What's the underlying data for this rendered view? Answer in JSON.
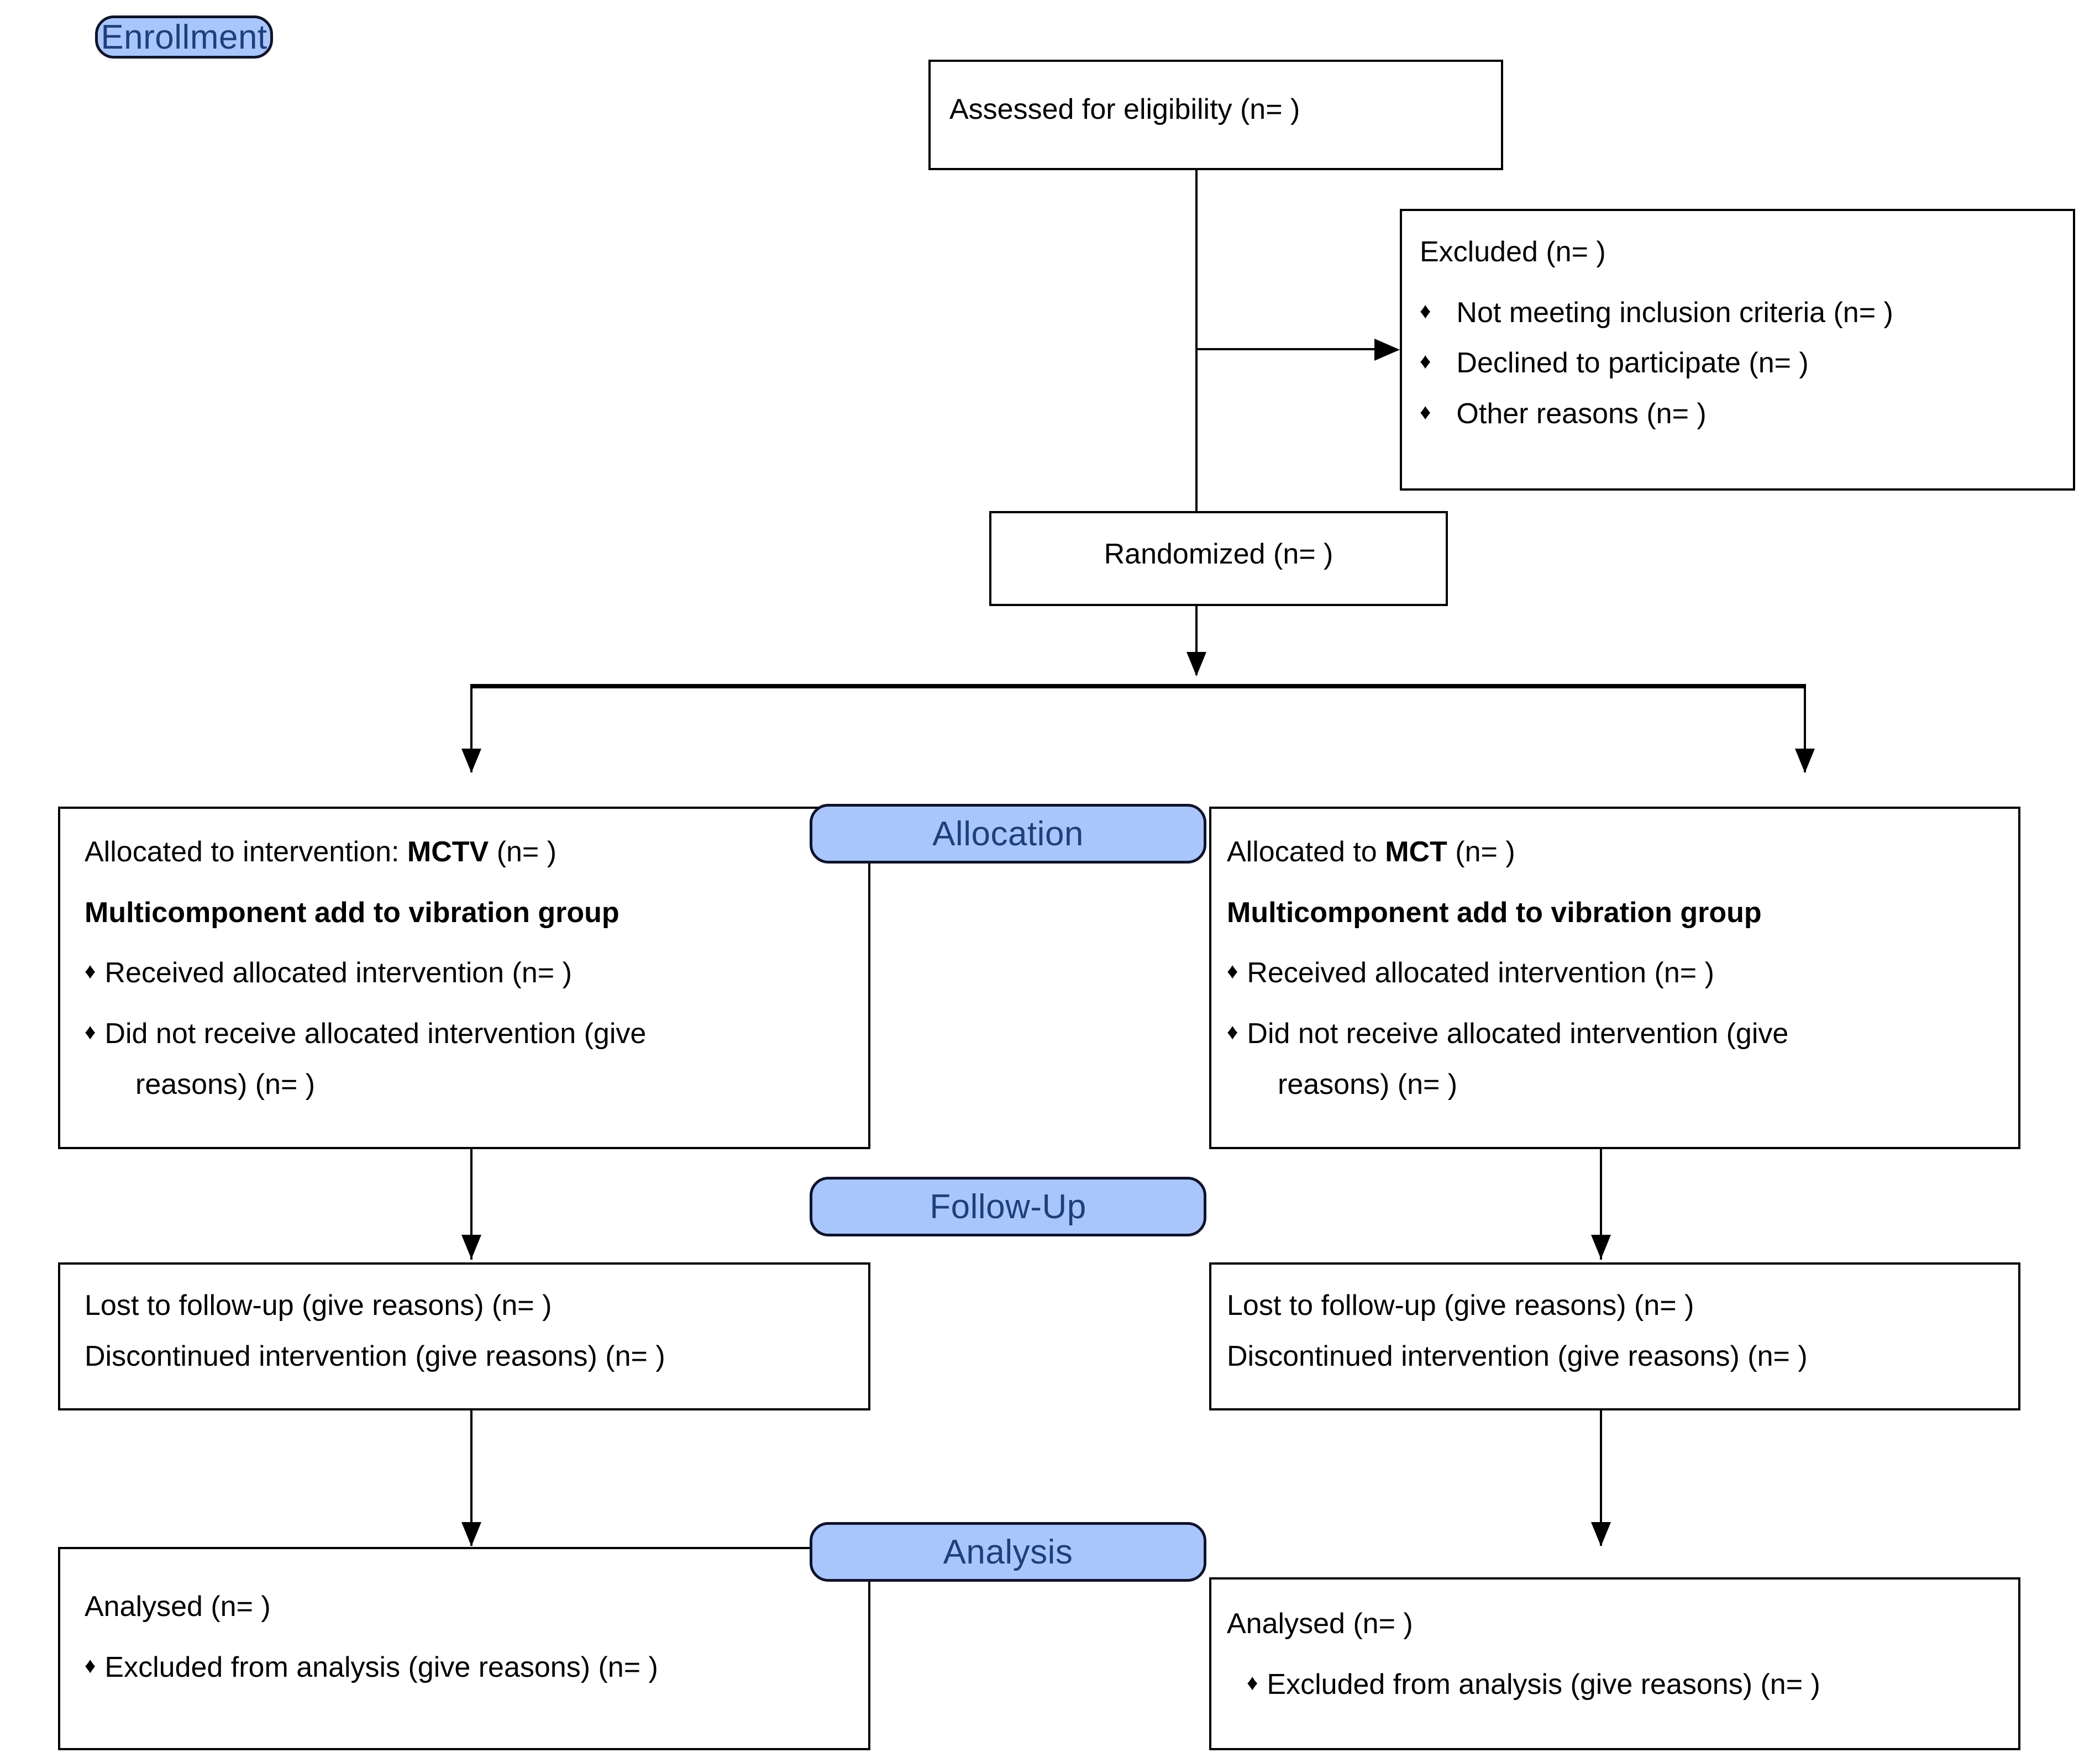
{
  "diagram": {
    "title": "CONSORT participant flow diagram",
    "accent_color": "#a9c6fc",
    "badge_text_color": "#1f3f7a",
    "line_color": "#000000",
    "bullet_glyph": "♦"
  },
  "stages": {
    "enrollment": "Enrollment",
    "allocation": "Allocation",
    "follow_up": "Follow-Up",
    "analysis": "Analysis"
  },
  "enrollment": {
    "assessed": "Assessed for eligibility (n=    )",
    "excluded_header": "Excluded    (n=      )",
    "excluded_reasons": [
      "Not meeting inclusion criteria (n=    )",
      "Declined to participate (n=    )",
      " Other reasons (n=    )"
    ],
    "randomized": "Randomized (n=    )"
  },
  "allocation": {
    "left": {
      "heading_prefix": "Allocated to intervention: ",
      "heading_bold": "MCTV",
      "heading_suffix": " (n=    )",
      "group_label": "Multicomponent add to vibration group",
      "bullets": [
        "Received allocated intervention (n=    )",
        "Did  not  receive  allocated  intervention  (give"
      ],
      "continuation": "reasons) (n=    )"
    },
    "right": {
      "heading_prefix": "Allocated to ",
      "heading_bold": "MCT",
      "heading_suffix": " (n=    )",
      "group_label": "Multicomponent add to vibration group",
      "bullets": [
        "Received allocated intervention (n=    )",
        "Did  not  receive  allocated  intervention  (give"
      ],
      "continuation": "reasons) (n=    )"
    }
  },
  "follow_up": {
    "left": {
      "lost": "Lost to follow-up (give reasons) (n=    )",
      "discontinued": "Discontinued intervention (give reasons) (n=     )"
    },
    "right": {
      "lost": "Lost to follow-up (give reasons) (n=    )",
      "discontinued": "Discontinued intervention (give reasons) (n=     )"
    }
  },
  "analysis": {
    "left": {
      "analysed": "Analysed    (n=    )",
      "excluded": "Excluded from analysis (give reasons) (n=     )"
    },
    "right": {
      "analysed": "Analysed    (n=    )",
      "excluded": "Excluded from analysis (give reasons) (n=     )"
    }
  }
}
